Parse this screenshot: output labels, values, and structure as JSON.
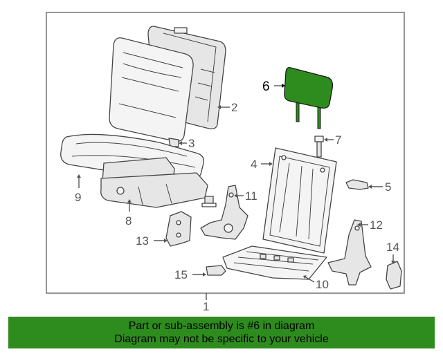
{
  "diagram": {
    "callouts": [
      "1",
      "2",
      "3",
      "4",
      "5",
      "6",
      "7",
      "8",
      "9",
      "10",
      "11",
      "12",
      "13",
      "14",
      "15"
    ],
    "highlight_color": "#2e8b1e",
    "highlighted_part": "6"
  },
  "banner": {
    "line1": "Part or sub-assembly is #6 in diagram",
    "line2": "Diagram may not be specific to your vehicle",
    "color": "#2e8b1e"
  }
}
